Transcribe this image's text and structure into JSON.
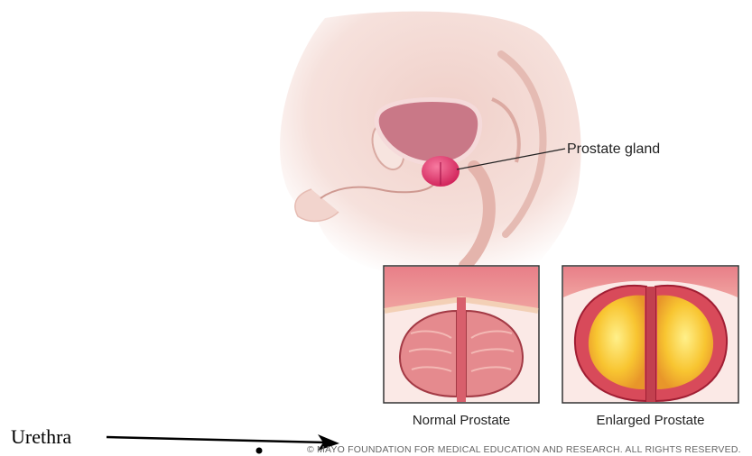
{
  "labels": {
    "prostate_gland": "Prostate gland",
    "normal_prostate": "Normal Prostate",
    "enlarged_prostate": "Enlarged Prostate",
    "urethra": "Urethra"
  },
  "copyright": "© MAYO FOUNDATION FOR MEDICAL EDUCATION AND RESEARCH. ALL RIGHTS RESERVED.",
  "colors": {
    "skin": "#f3d9d3",
    "bladder": "#c97887",
    "prostate": "#e0336b",
    "panel_tissue": "#e58a8e",
    "enlarged_tissue": "#f6c132"
  }
}
